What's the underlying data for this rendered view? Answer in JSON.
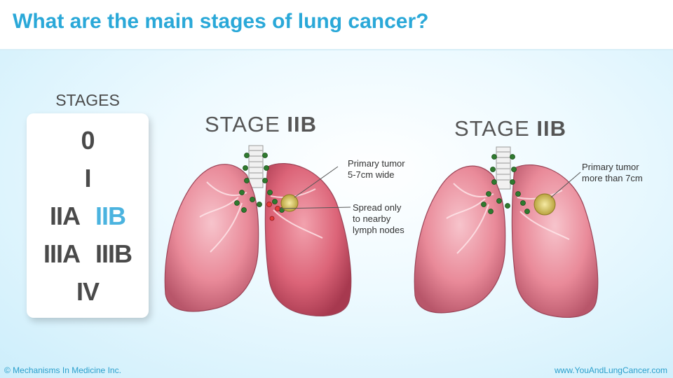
{
  "title": "What are the main stages of lung cancer?",
  "stages": {
    "heading": "STAGES",
    "rows": [
      [
        "0"
      ],
      [
        "I"
      ],
      [
        "IIA",
        "IIB"
      ],
      [
        "IIIA",
        "IIIB"
      ],
      [
        "IV"
      ]
    ],
    "highlighted": "IIB",
    "highlight_color": "#4bb3df"
  },
  "panels": [
    {
      "title_prefix": "STAGE",
      "title_stage": "IIB",
      "annotations": [
        {
          "text": "Primary tumor\n5-7cm wide"
        },
        {
          "text": "Spread only\nto nearby\nlymph nodes"
        }
      ]
    },
    {
      "title_prefix": "STAGE",
      "title_stage": "IIB",
      "annotations": [
        {
          "text": "Primary tumor\nmore than 7cm"
        }
      ]
    }
  ],
  "footer": {
    "copyright": "© Mechanisms In Medicine Inc.",
    "website": "www.YouAndLungCancer.com"
  },
  "colors": {
    "title": "#2aa8d8",
    "lung": "#e98a99",
    "lymph_node": "#2f7a2f",
    "tumor": "#e0d27a"
  }
}
